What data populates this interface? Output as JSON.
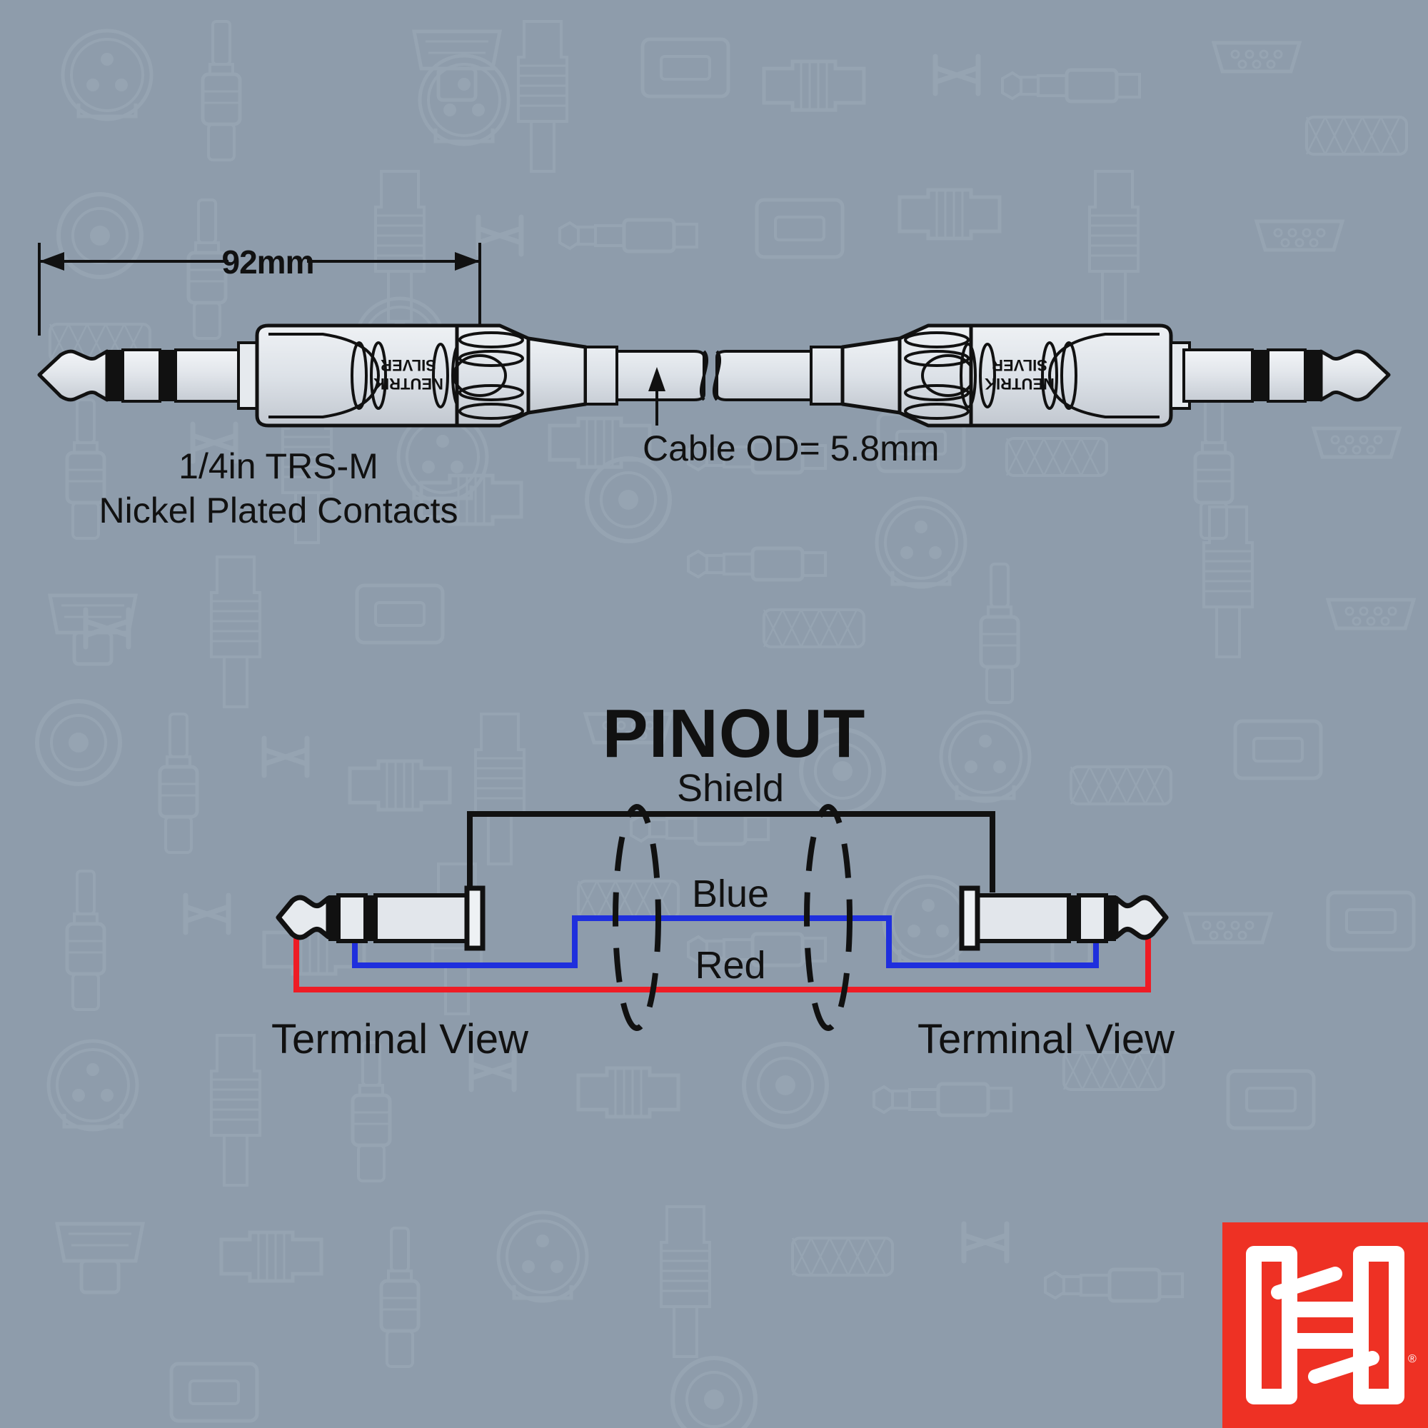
{
  "page": {
    "kind": "cable-spec-diagram",
    "background_color": "#8e9cab",
    "pattern_color": "#9dabb8",
    "ink_color": "#111111",
    "metal_light": "#dfe3e8",
    "metal_mid": "#c9ced6",
    "metal_white": "#eef1f4"
  },
  "top": {
    "dimension": {
      "label": "92mm",
      "name": "overall-length"
    },
    "connector_brand": "NEUTRIK",
    "connector_brand_line2": "SILVER",
    "callouts": [
      {
        "id": "connector-type",
        "line1": "1/4in TRS-M",
        "line2": "Nickel Plated Contacts"
      },
      {
        "id": "cable-od",
        "text": "Cable OD= 5.8mm"
      }
    ]
  },
  "pinout": {
    "title": "PINOUT",
    "wires": [
      {
        "name": "shield",
        "label": "Shield",
        "color": "#111111"
      },
      {
        "name": "blue",
        "label": "Blue",
        "color": "#1f2fdd"
      },
      {
        "name": "red",
        "label": "Red",
        "color": "#ee1c25"
      }
    ],
    "terminal_left": "Terminal View",
    "terminal_right": "Terminal View"
  },
  "brand": {
    "name": "hosa-logo",
    "background": "#ee3124",
    "mark_color": "#ffffff",
    "registered_mark": "®"
  }
}
